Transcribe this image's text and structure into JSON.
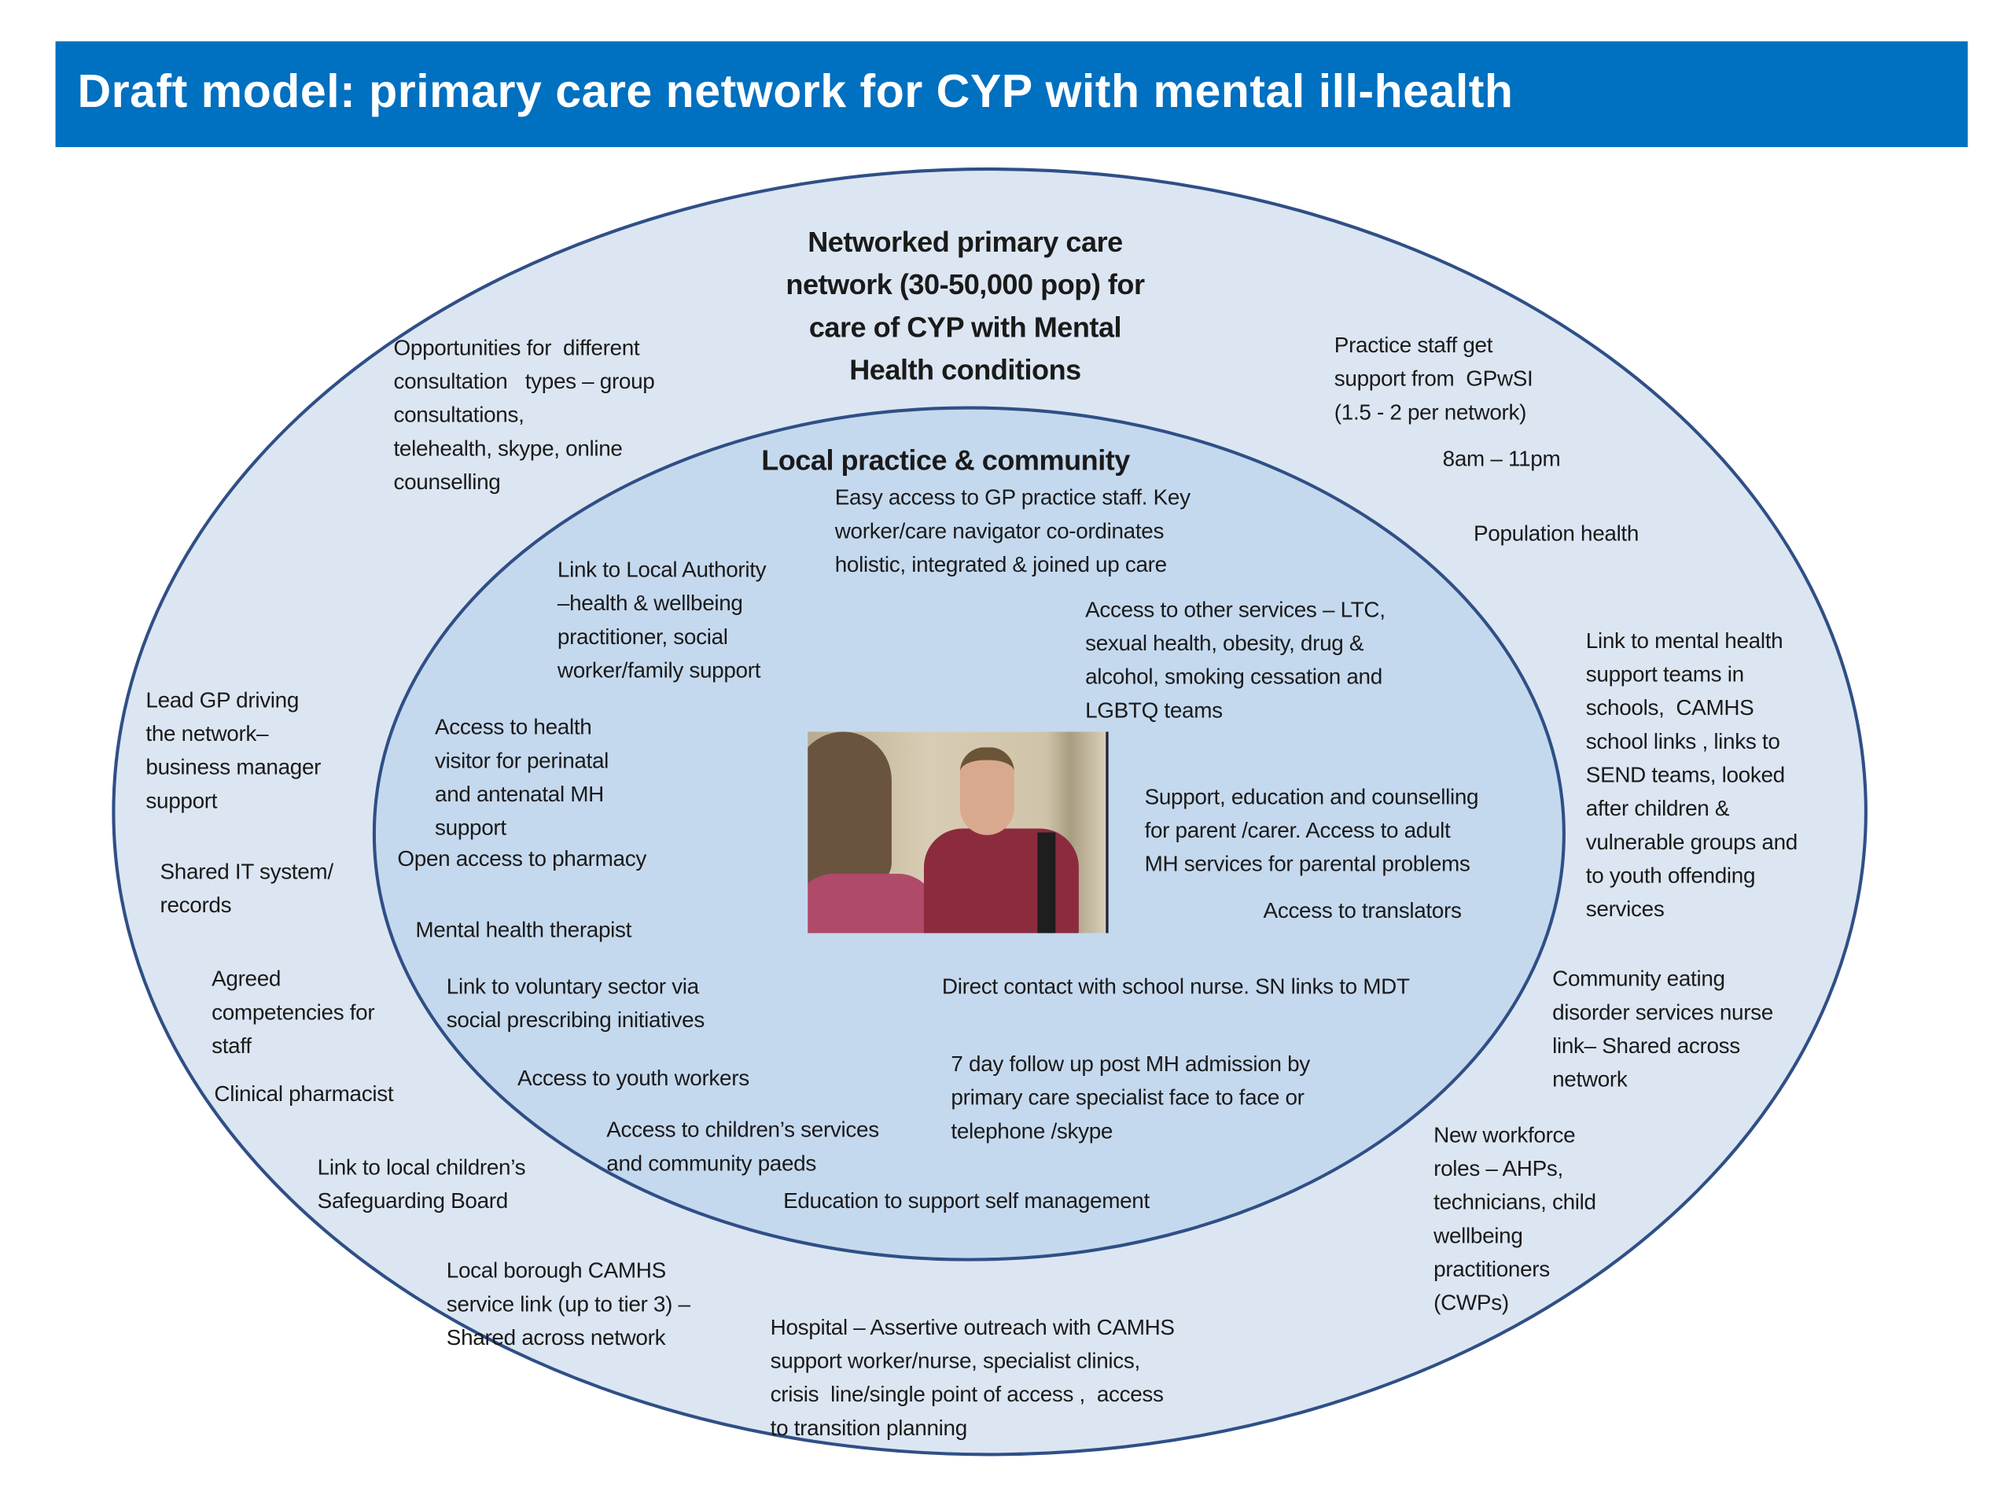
{
  "header": {
    "title": "Draft model: primary care network for CYP with mental ill-health"
  },
  "colors": {
    "banner": "#0070C0",
    "outer_ring": "#DCE6F2",
    "inner_ring": "#C5D9EE",
    "ring_stroke": "#2F4F86"
  },
  "outer": {
    "title": "Networked primary care\nnetwork (30-50,000 pop) for\ncare of CYP with Mental\nHealth conditions",
    "items": [
      "Opportunities for  different\nconsultation   types – group\nconsultations,\ntelehealth, skype, online\ncounselling",
      "Practice staff get\nsupport from  GPwSI\n(1.5 - 2 per network)",
      "8am – 11pm",
      "Population health",
      "Link to mental health\nsupport teams in\nschools,  CAMHS\nschool links , links to\nSEND teams, looked\nafter children &\nvulnerable groups and\nto youth offending\nservices",
      "Lead GP driving\nthe network–\nbusiness manager\nsupport",
      "Shared IT system/\nrecords",
      "Agreed\ncompetencies for\nstaff",
      "Clinical pharmacist",
      "Community eating\ndisorder services nurse\nlink– Shared across\nnetwork",
      "Link to local children’s\nSafeguarding Board",
      "New workforce\nroles – AHPs,\ntechnicians, child\nwellbeing\npractitioners\n(CWPs)",
      "Local borough CAMHS\nservice link (up to tier 3) –\nShared across network",
      "Hospital – Assertive outreach with CAMHS\nsupport worker/nurse, specialist clinics,\ncrisis  line/single point of access ,  access\nto transition planning"
    ]
  },
  "inner": {
    "title": "Local practice & community",
    "items": [
      "Easy access to GP practice staff. Key\nworker/care navigator co-ordinates\nholistic, integrated & joined up care",
      "Link to Local Authority\n–health & wellbeing\npractitioner, social\nworker/family support",
      "Access to other services – LTC,\nsexual health, obesity, drug &\nalcohol, smoking cessation and\nLGBTQ teams",
      "Access to health\nvisitor for perinatal\nand antenatal MH\nsupport",
      "Support, education and counselling\nfor parent /carer. Access to adult\nMH services for parental problems",
      "Open access to pharmacy",
      "Access to translators",
      "Mental health therapist",
      "Link to voluntary sector via\nsocial prescribing initiatives",
      "Direct contact with school nurse. SN links to MDT",
      "7 day follow up post MH admission by\nprimary care specialist face to face or\ntelephone /skype",
      "Access to youth workers",
      "Access to children’s services\nand community paeds",
      "Education to support self management"
    ]
  }
}
